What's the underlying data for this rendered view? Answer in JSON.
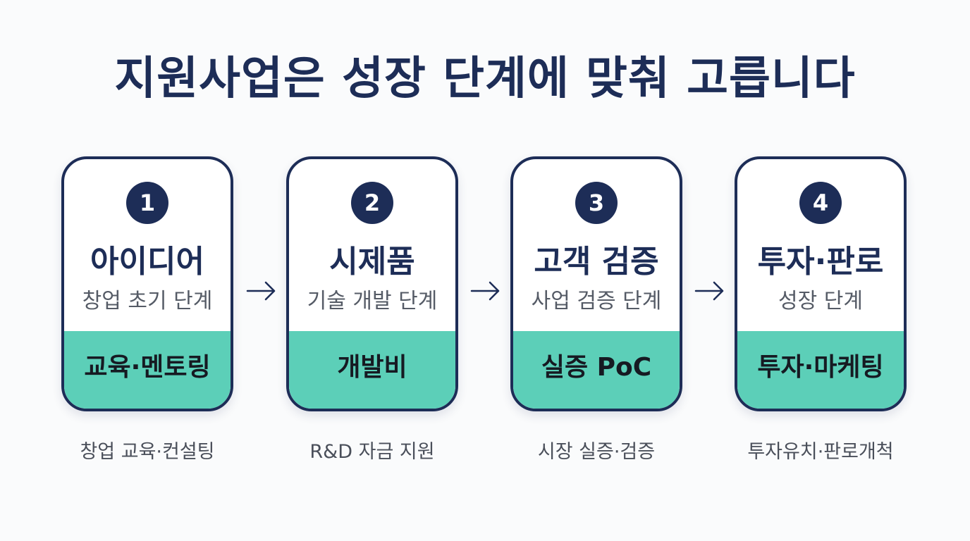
{
  "title": "지원사업은 성장 단계에 맞춰 고릅니다",
  "colors": {
    "navy": "#1d2d57",
    "mint": "#5ccfb8",
    "background": "#fafbfc"
  },
  "stages": [
    {
      "number": "1",
      "name": "아이디어",
      "desc": "창업 초기 단계",
      "support": "교육·멘토링",
      "caption": "창업 교육·컨설팅"
    },
    {
      "number": "2",
      "name": "시제품",
      "desc": "기술 개발 단계",
      "support": "개발비",
      "caption": "R&D 자금 지원"
    },
    {
      "number": "3",
      "name": "고객 검증",
      "desc": "사업 검증 단계",
      "support": "실증 PoC",
      "caption": "시장 실증·검증"
    },
    {
      "number": "4",
      "name": "투자·판로",
      "desc": "성장 단계",
      "support": "투자·마케팅",
      "caption": "투자유치·판로개척"
    }
  ],
  "arrow_icon": "arrow-right-icon"
}
